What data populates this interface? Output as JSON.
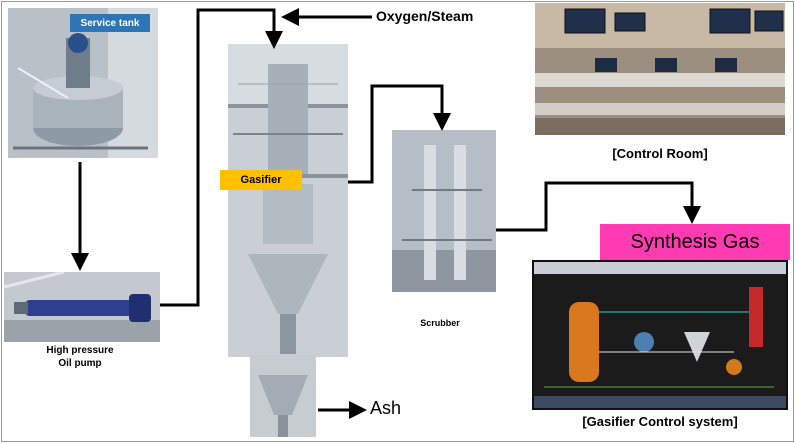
{
  "labels": {
    "service_tank": "Service tank",
    "oxygen_steam": "Oxygen/Steam",
    "gasifier": "Gasifier",
    "scrubber": "Scrubber",
    "pump_line1": "High pressure",
    "pump_line2": "Oil pump",
    "ash": "Ash",
    "synthesis_gas": "Synthesis Gas",
    "control_room": "[Control Room]",
    "gasifier_control": "[Gasifier Control system]"
  },
  "colors": {
    "service_tank_bg": "#2e75b6",
    "gasifier_bg": "#ffc000",
    "synthesis_bg": "#ff3bb3"
  }
}
